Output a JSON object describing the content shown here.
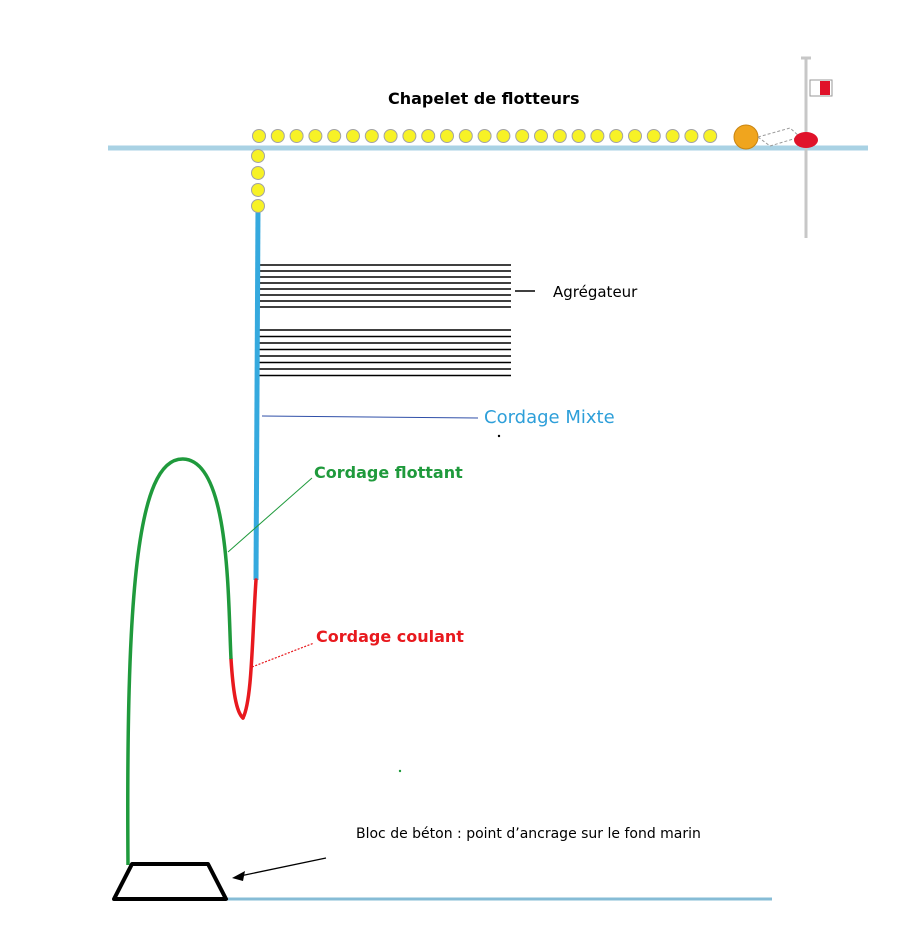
{
  "labels": {
    "chapelet": "Chapelet de flotteurs",
    "agregateur": "Agrégateur",
    "mixte": "Cordage Mixte",
    "flottant": "Cordage flottant",
    "coulant": "Cordage coulant",
    "bloc": "Bloc de béton : point d’ancrage sur le fond marin"
  },
  "colors": {
    "sea": "#a9d2e4",
    "seabed": "#86bcd6",
    "float_fill": "#f7f226",
    "float_stroke": "#a3a3a3",
    "buoy_orange": "#f0a51e",
    "buoy_red": "#e0122a",
    "rope_mixte": "#35a9de",
    "rope_flottant": "#1f9a3c",
    "rope_coulant": "#e8191e",
    "mixte_text": "#2e9fd9",
    "flottant_text": "#1f9a3c",
    "coulant_text": "#e8191e",
    "black": "#000000"
  }
}
